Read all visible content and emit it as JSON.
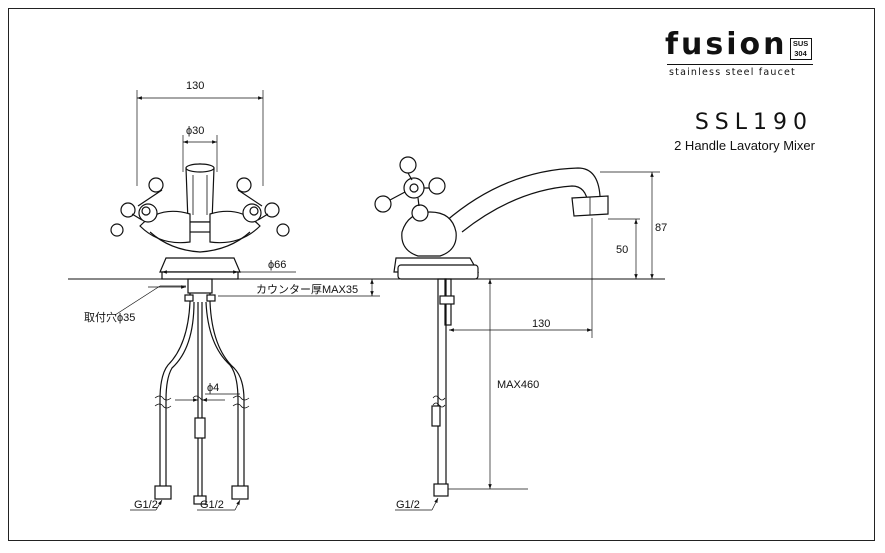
{
  "brand": {
    "name": "fusion",
    "badge_top": "SUS",
    "badge_bottom": "304",
    "tagline": "stainless steel faucet"
  },
  "product": {
    "model": "SSL190",
    "description": "2 Handle Lavatory Mixer"
  },
  "dimensions": {
    "width_top": "130",
    "spout_diameter": "ϕ30",
    "base_diameter": "ϕ66",
    "counter_thickness": "カウンター厚MAX35",
    "mount_hole": "取付穴ϕ35",
    "pipe_diameter": "ϕ4",
    "reach": "130",
    "height_total": "87",
    "spout_height": "50",
    "max_length": "MAX460",
    "thread_left": "G1/2",
    "thread_middle": "G1/2",
    "thread_right": "G1/2"
  },
  "colors": {
    "line": "#111111",
    "background": "#ffffff"
  }
}
